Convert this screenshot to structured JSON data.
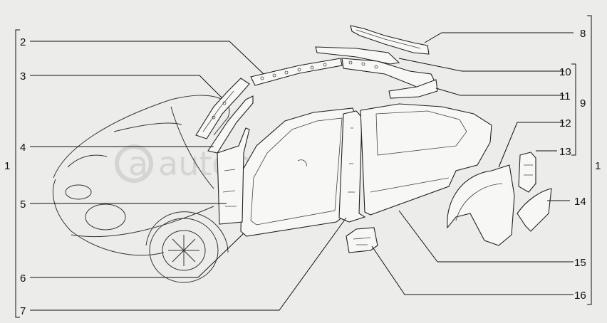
{
  "watermark": "autopiter.ru",
  "callouts": {
    "c1_left": "1",
    "c1_right": "1",
    "c2": "2",
    "c3": "3",
    "c4": "4",
    "c5": "5",
    "c6": "6",
    "c7": "7",
    "c8": "8",
    "c9": "9",
    "c10": "10",
    "c11": "11",
    "c12": "12",
    "c13": "13",
    "c14": "14",
    "c15": "15",
    "c16": "16"
  },
  "colors": {
    "background": "#ececea",
    "line": "#111111",
    "watermark": "#d4d4d2"
  }
}
